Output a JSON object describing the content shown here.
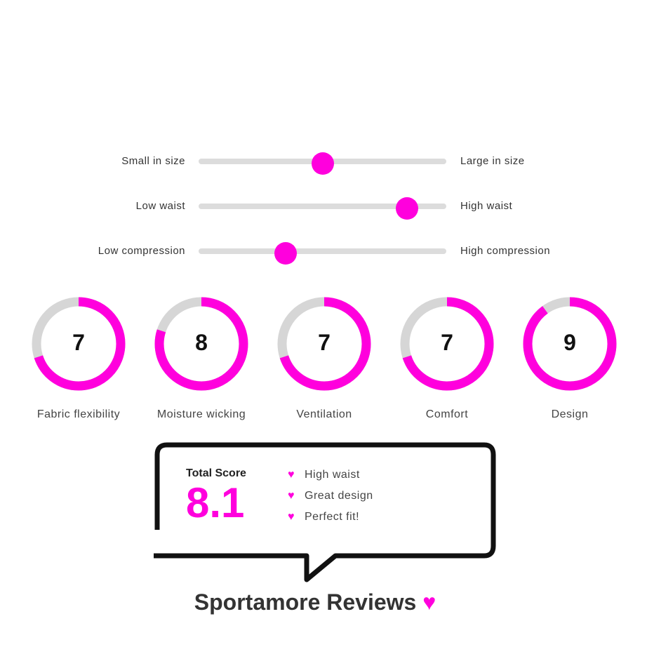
{
  "accent": "#ff00dd",
  "sliders": [
    {
      "left": "Small in size",
      "right": "Large in size",
      "value": 0.5
    },
    {
      "left": "Low waist",
      "right": "High waist",
      "value": 0.84
    },
    {
      "left": "Low compression",
      "right": "High compression",
      "value": 0.35
    }
  ],
  "ratings": [
    {
      "label": "Fabric flexibility",
      "score": "7",
      "value": 7
    },
    {
      "label": "Moisture wicking",
      "score": "8",
      "value": 8
    },
    {
      "label": "Ventilation",
      "score": "7",
      "value": 7
    },
    {
      "label": "Comfort",
      "score": "7",
      "value": 7
    },
    {
      "label": "Design",
      "score": "9",
      "value": 9
    }
  ],
  "summary": {
    "title": "Total Score",
    "score": "8.1",
    "pros": [
      "High waist",
      "Great design",
      "Perfect fit!"
    ]
  },
  "brand": "Sportamore Reviews",
  "heart": "♥"
}
